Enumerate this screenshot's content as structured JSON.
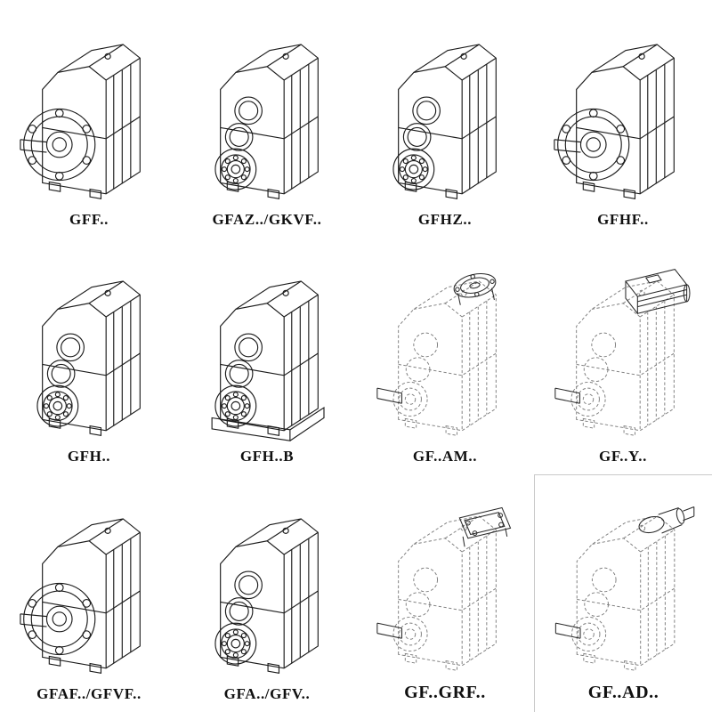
{
  "page": {
    "background": "#ffffff",
    "line_color": "#1c1c1c",
    "dashed_line_color": "#7d7d7d"
  },
  "catalog": {
    "items": [
      {
        "label": "GFF..",
        "drawing": "flange-output-gearbox-drawing"
      },
      {
        "label": "GFAZ../GKVF..",
        "drawing": "shaft-mounted-gearbox-drawing"
      },
      {
        "label": "GFHZ..",
        "drawing": "shaft-mounted-gearbox-drawing"
      },
      {
        "label": "GFHF..",
        "drawing": "flange-output-gearbox-drawing"
      },
      {
        "label": "GFH..",
        "drawing": "shaft-mounted-gearbox-drawing"
      },
      {
        "label": "GFH..B",
        "drawing": "shaft-mounted-gearbox-with-base-drawing"
      },
      {
        "label": "GF..AM..",
        "drawing": "gearbox-with-motor-flange-drawing"
      },
      {
        "label": "GF..Y..",
        "drawing": "gearbox-with-motor-drawing"
      },
      {
        "label": "GFAF../GFVF..",
        "drawing": "flange-output-gearbox-drawing"
      },
      {
        "label": "GFA../GFV..",
        "drawing": "shaft-mounted-gearbox-drawing"
      },
      {
        "label": "GF..GRF..",
        "drawing": "gearbox-with-input-flange-drawing"
      },
      {
        "label": "GF..AD..",
        "drawing": "gearbox-with-input-shaft-drawing"
      }
    ]
  }
}
